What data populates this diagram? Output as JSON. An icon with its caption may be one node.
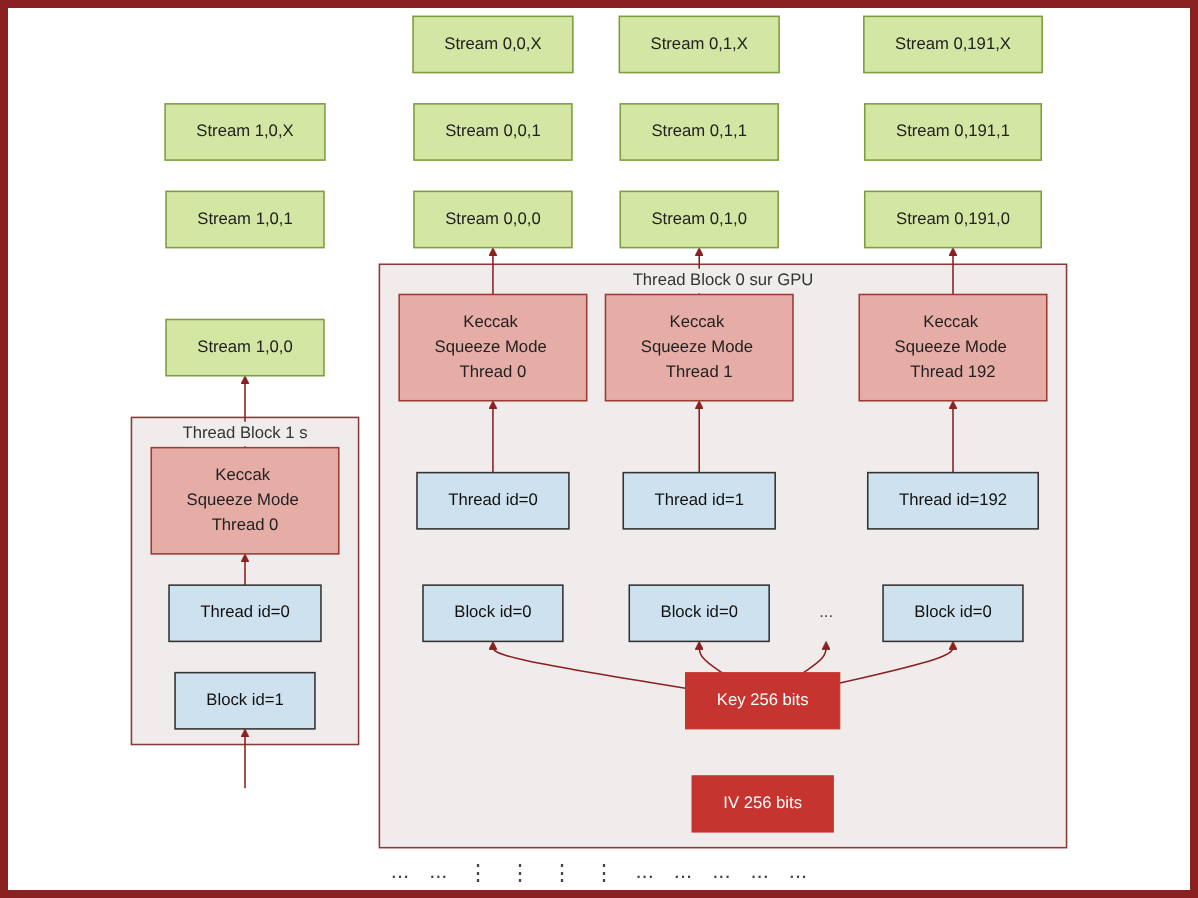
{
  "diagram": {
    "nodes": [
      {
        "text": [
          "Stream 0,0,X"
        ]
      },
      {
        "text": [
          "Stream 0,1,X"
        ]
      },
      {
        "text": [
          "Stream 0,191,X"
        ]
      },
      {
        "text": [
          "Stream 1,0,X"
        ]
      },
      {
        "text": [
          "Stream 0,0,1"
        ]
      },
      {
        "text": [
          "Stream 0,1,1"
        ]
      },
      {
        "text": [
          "Stream 0,191,1"
        ]
      },
      {
        "text": [
          "Stream 1,0,1"
        ]
      },
      {
        "text": [
          "Stream 0,0,0"
        ]
      },
      {
        "text": [
          "Stream 0,1,0"
        ]
      },
      {
        "text": [
          "Stream 0,191,0"
        ]
      },
      {
        "text": [
          "Stream 1,0,0"
        ]
      },
      {
        "text": [
          "Thread Block 0 sur GPU"
        ]
      },
      {
        "text": [
          "Keccak Squeeze Mode Thread 0"
        ],
        "in": 12
      },
      {
        "text": [
          "Keccak Squeeze Mode Thread 1"
        ],
        "in": 12
      },
      {
        "text": [
          "Keccak Squeeze Mode Thread 192"
        ],
        "in": 12
      },
      {
        "text": [
          "Thread id=0"
        ],
        "in": 12
      },
      {
        "text": [
          "Thread id=1"
        ],
        "in": 12
      },
      {
        "text": [
          "Thread id=192"
        ],
        "in": 12
      },
      {
        "text": [
          "Block id=0"
        ],
        "in": 12
      },
      {
        "text": [
          "Block id=0"
        ],
        "in": 12
      },
      {
        "text": [
          "..."
        ],
        "in": 12
      },
      {
        "text": [
          "Block id=0"
        ],
        "in": 12
      },
      {
        "text": [
          "Key 256 bits"
        ],
        "in": 12
      },
      {
        "text": [
          "IV 256 bits"
        ],
        "in": 12
      },
      {
        "text": [
          "Thread Block 1 s"
        ]
      },
      {
        "text": [
          "Keccak Squeeze Mode Thread 0"
        ],
        "in": 25
      },
      {
        "text": [
          "Thread id=0"
        ],
        "in": 25
      },
      {
        "text": [
          "Block id=1"
        ],
        "in": 25
      }
    ],
    "edges": [
      {
        "from": 13,
        "to": 8,
        "arrow": "to"
      },
      {
        "from": 14,
        "to": 9,
        "arrow": "to"
      },
      {
        "from": 15,
        "to": 10,
        "arrow": "to"
      },
      {
        "from": 26,
        "to": 11,
        "arrow": "to"
      },
      {
        "from": 16,
        "to": 13,
        "arrow": "to"
      },
      {
        "from": 17,
        "to": 14,
        "arrow": "to"
      },
      {
        "from": 18,
        "to": 15,
        "arrow": "to"
      },
      {
        "from": 27,
        "to": 26,
        "arrow": "to"
      },
      {
        "from": 23,
        "to": 19,
        "arrow": "to"
      },
      {
        "from": 23,
        "to": 20,
        "arrow": "to"
      },
      {
        "from": 23,
        "to": 21,
        "arrow": "to"
      },
      {
        "from": 23,
        "to": 22,
        "arrow": "to"
      },
      {
        "from": null,
        "to": 28,
        "arrow": "to"
      }
    ],
    "labels": [
      "...",
      "...",
      "⋮",
      "⋮",
      "⋮",
      "⋮",
      "...",
      "...",
      "...",
      "...",
      "..."
    ]
  }
}
